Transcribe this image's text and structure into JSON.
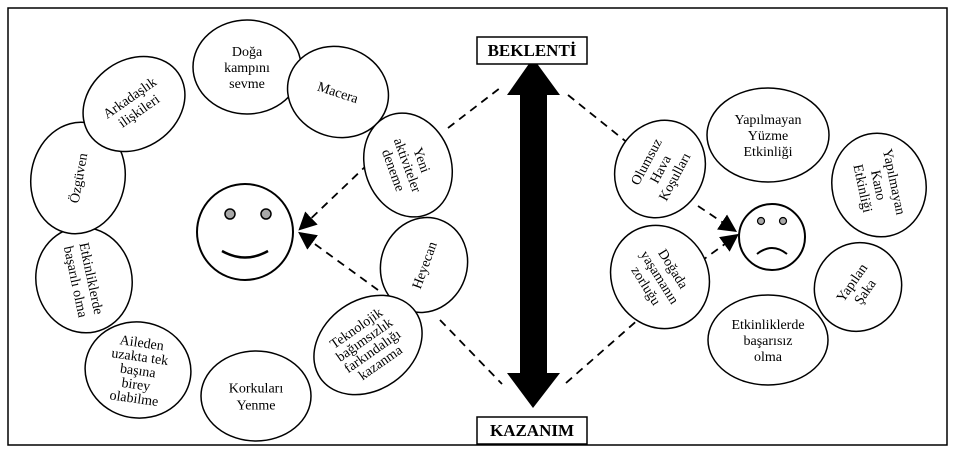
{
  "labels": {
    "top": "BEKLENTİ",
    "bottom": "KAZANIM"
  },
  "positive": {
    "items": [
      [
        "Doğa",
        "kampını",
        "sevme"
      ],
      [
        "Macera"
      ],
      [
        "Yeni",
        "aktiviteler",
        "deneme"
      ],
      [
        "Heyecan"
      ],
      [
        "Teknolojik",
        "bağımsızlık",
        "farkındalığı",
        "kazanma"
      ],
      [
        "Korkuları",
        "Yenme"
      ],
      [
        "Aileden",
        "uzakta tek",
        "başına",
        "birey",
        "olabilme"
      ],
      [
        "Etkinliklerde",
        "başarılı olma"
      ],
      [
        "Özgüven"
      ],
      [
        "Arkadaşlık",
        "ilişkileri"
      ]
    ]
  },
  "negative": {
    "items": [
      [
        "Yapılmayan",
        "Yüzme",
        "Etkinliği"
      ],
      [
        "Yapılmayan",
        "Kano",
        "Etkinliği"
      ],
      [
        "Yapılan",
        "Şaka"
      ],
      [
        "Etkinliklerde",
        "başarısız",
        "olma"
      ],
      [
        "Doğada",
        "yaşamanın",
        "zorluğu"
      ],
      [
        "Olumsuz",
        "Hava",
        "Koşulları"
      ]
    ]
  },
  "faces": {
    "happy": "smiling-face",
    "sad": "frowning-face"
  },
  "colors": {
    "stroke": "#000000",
    "eye": "#a8a8a8",
    "arrow": "#000000"
  }
}
